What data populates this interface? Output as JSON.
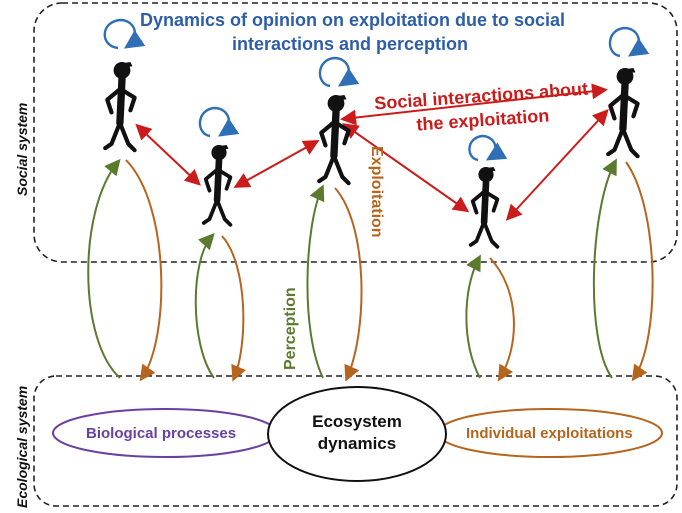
{
  "labels": {
    "social_system": "Social system",
    "ecological_system": "Ecological system",
    "dynamics_title_line1": "Dynamics of opinion on exploitation due to social",
    "dynamics_title_line2": "interactions and perception",
    "social_interactions_line1": "Social interactions about",
    "social_interactions_line2": "the exploitation",
    "exploitation": "Exploitation",
    "perception": "Perception",
    "ecosystem_line1": "Ecosystem",
    "ecosystem_line2": "dynamics",
    "biological_processes": "Biological processes",
    "individual_exploitations": "Individual exploitations"
  },
  "colors": {
    "title": "#2e5ea8",
    "social_interaction": "#cc1b1b",
    "perception": "#5a7a2e",
    "exploitation": "#b5651d",
    "biological": "#6b3fa0",
    "self_loop": "#2e6fb5"
  },
  "agents_count": 5
}
